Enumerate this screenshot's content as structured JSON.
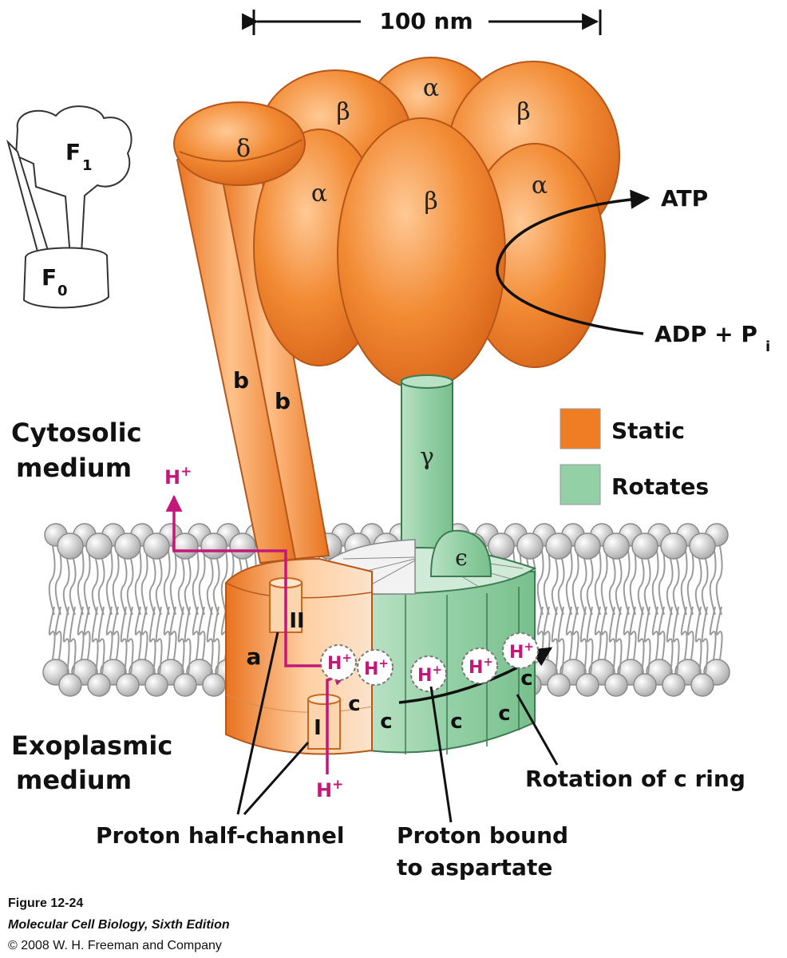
{
  "scale": {
    "label": "100 nm"
  },
  "inset": {
    "f1": "F",
    "f1_sub": "1",
    "f0": "F",
    "f0_sub": "0"
  },
  "subunits": {
    "alpha": "α",
    "beta": "β",
    "delta": "δ",
    "gamma": "γ",
    "epsilon": "ϵ",
    "b": "b",
    "a": "a",
    "c": "c",
    "channel_I": "I",
    "channel_II": "II"
  },
  "reaction": {
    "product": "ATP",
    "substrate": "ADP + P",
    "substrate_sub": "i"
  },
  "legend": {
    "items": [
      {
        "label": "Static",
        "color": "#ef7d24"
      },
      {
        "label": "Rotates",
        "color": "#93d0a5"
      }
    ]
  },
  "regions": {
    "cytosolic_1": "Cytosolic",
    "cytosolic_2": "medium",
    "exoplasmic_1": "Exoplasmic",
    "exoplasmic_2": "medium"
  },
  "proton": {
    "symbol": "H",
    "charge": "+"
  },
  "callouts": {
    "half_channel": "Proton half-channel",
    "bound_1": "Proton bound",
    "bound_2": "to aspartate",
    "rotation": "Rotation of c ring"
  },
  "caption": {
    "figure": "Figure 12-24",
    "book": "Molecular Cell Biology, Sixth Edition",
    "copyright": "© 2008 W. H. Freeman and Company"
  },
  "colors": {
    "static": "#ef7d24",
    "rotates": "#93d0a5",
    "proton": "#c2187a",
    "lipid_head": "#c9c9c9"
  }
}
